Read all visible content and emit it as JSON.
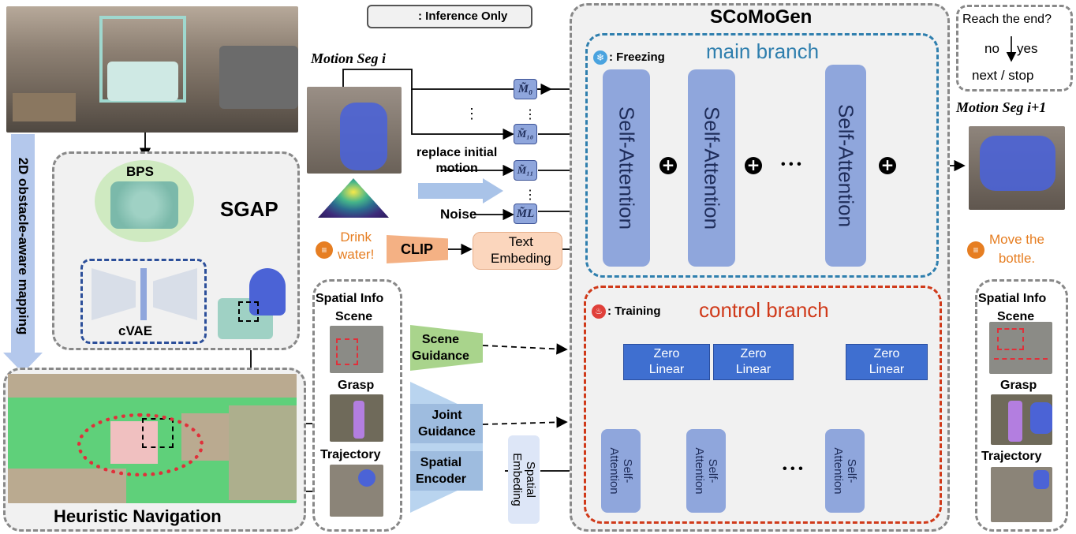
{
  "legend": {
    "inference_only": ": Inference Only"
  },
  "scomogen": {
    "title": "SCoMoGen",
    "freezing_label": ": Freezing",
    "training_label": ": Training",
    "main_branch": "main branch",
    "control_branch": "control branch",
    "self_attention": "Self-Attention",
    "self_attention_small": "Self-\nAttention",
    "zero_linear": "Zero\nLinear",
    "ellipsis": "• • •"
  },
  "sgap": {
    "title": "SGAP",
    "bps": "BPS",
    "cvae": "cVAE"
  },
  "left": {
    "mapping": "2D obstacle-aware mapping",
    "heuristic_navigation": "Heuristic Navigation"
  },
  "inputs": {
    "motion_seg_i": "Motion Seg i",
    "replace_initial_motion": "replace initial\nmotion",
    "noise": "Noise",
    "speech_drink": "Drink\nwater!",
    "clip": "CLIP",
    "text_embedding": "Text\nEmbeding",
    "tokens": [
      "M̃₀",
      "M̃₁₀",
      "M̃₁₁",
      "M̃L"
    ]
  },
  "spatial_left": {
    "title": "Spatial Info",
    "scene": "Scene",
    "grasp": "Grasp",
    "trajectory": "Trajectory"
  },
  "guidance": {
    "scene_guidance": "Scene\nGuidance",
    "joint_guidance": "Joint\nGuidance",
    "spatial_encoder": "Spatial\nEncoder",
    "spatial_embedding": "Spatial\nEmbeding"
  },
  "right": {
    "reach_end": "Reach the end?",
    "no": "no",
    "yes": "yes",
    "next_stop": "next / stop",
    "motion_seg_next": "Motion Seg i+1",
    "speech_move": "Move the\nbottle.",
    "spatial_title": "Spatial Info",
    "scene": "Scene",
    "grasp": "Grasp",
    "trajectory": "Trajectory"
  },
  "colors": {
    "main_branch": "#2f7fae",
    "control_branch": "#d03a1a",
    "self_attention": "#8fa6dc",
    "zero_linear": "#3f6fd0",
    "speech": "#e67e22"
  }
}
